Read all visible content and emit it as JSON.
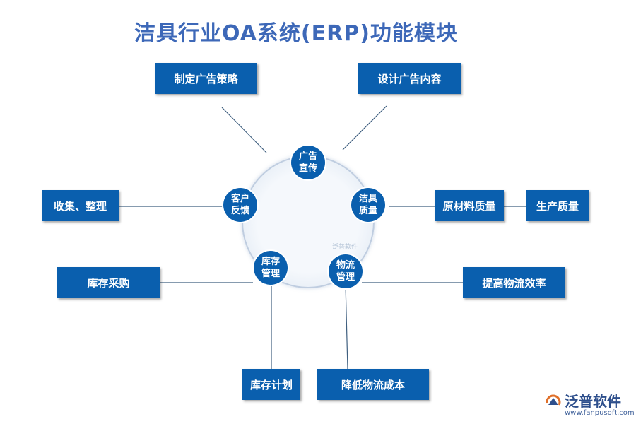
{
  "title": "洁具行业OA系统(ERP)功能模块",
  "center_nodes": [
    {
      "id": "ad",
      "label": "广告\n宣传"
    },
    {
      "id": "quality",
      "label": "洁具\n质量"
    },
    {
      "id": "logistics",
      "label": "物流\n管理"
    },
    {
      "id": "inventory",
      "label": "库存\n管理"
    },
    {
      "id": "feedback",
      "label": "客户\n反馈"
    }
  ],
  "boxes": [
    {
      "id": "ad-strategy",
      "label": "制定广告策略"
    },
    {
      "id": "ad-content",
      "label": "设计广告内容"
    },
    {
      "id": "collect",
      "label": "收集、整理"
    },
    {
      "id": "raw-material",
      "label": "原材料质量"
    },
    {
      "id": "production",
      "label": "生产质量"
    },
    {
      "id": "purchase",
      "label": "库存采购"
    },
    {
      "id": "logistics-eff",
      "label": "提高物流效率"
    },
    {
      "id": "stock-plan",
      "label": "库存计划"
    },
    {
      "id": "logistics-cost",
      "label": "降低物流成本"
    }
  ],
  "watermark": {
    "center": "泛普软件",
    "brand": "泛普软件",
    "url": "www.fanpusoft.com"
  },
  "colors": {
    "node": "#0a5fae",
    "title": "#3d68b8",
    "line": "#3f5f7f"
  }
}
